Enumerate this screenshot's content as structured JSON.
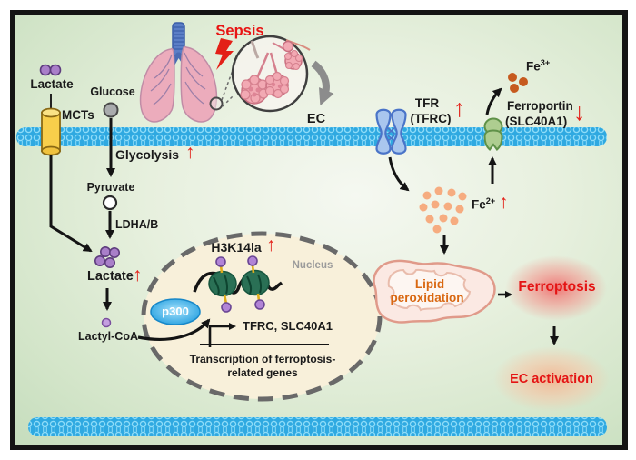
{
  "figure": {
    "kind": "cell-signaling pathway diagram",
    "cell_context": "endothelial cell between two plasma membranes"
  },
  "labels": {
    "lactate_ext": "Lactate",
    "glucose": "Glucose",
    "mcts": "MCTs",
    "sepsis": "Sepsis",
    "ec": "EC",
    "glycolysis": "Glycolysis",
    "pyruvate": "Pyruvate",
    "ldhab": "LDHA/B",
    "lactate_int": "Lactate",
    "lactyl_coa": "Lactyl-CoA",
    "p300": "p300",
    "h3k14la": "H3K14la",
    "nucleus": "Nucleus",
    "target_genes": "TFRC, SLC40A1",
    "transcription_line1": "Transcription of ferroptosis-",
    "transcription_line2": "related genes",
    "tfr_line1": "TFR",
    "tfr_line2": "(TFRC)",
    "ferroportin_line1": "Ferroportin",
    "ferroportin_line2": "(SLC40A1)",
    "fe3_base": "Fe",
    "fe3_sup": "3+",
    "fe2_base": "Fe",
    "fe2_sup": "2+",
    "lipid_line1": "Lipid",
    "lipid_line2": "peroxidation",
    "ferroptosis": "Ferroptosis",
    "ec_activation": "EC activation",
    "arrow_up": "↑",
    "arrow_down": "↓"
  },
  "colors": {
    "frame": "#141414",
    "background_green": "#D3E5C9",
    "membrane_blue": "#2FA9E1",
    "membrane_pattern_light": "#8EDCF8",
    "nucleus_fill": "#F8F0DA",
    "nucleus_border": "#696969",
    "accent_red": "#E3231B",
    "ferroptosis_text_red": "#E41414",
    "lipid_orange": "#D96812",
    "lactate_purple": "#A97FC9",
    "mct_yellow": "#F7CE4B",
    "tfr_blue": "#A9C6EE",
    "ferroportin_green": "#AECD90",
    "fe2_dot_orange": "#F6AC80",
    "fe3_dot_brown": "#C65A1E",
    "p300_blue": "#2BA3E4",
    "mitochondrion_pink": "#FBE9E3",
    "lung_pink": "#ECACBC",
    "trachea_blue": "#5B7EC6",
    "glow_red": "#F27E7E",
    "glow_peach": "#F6B290"
  }
}
